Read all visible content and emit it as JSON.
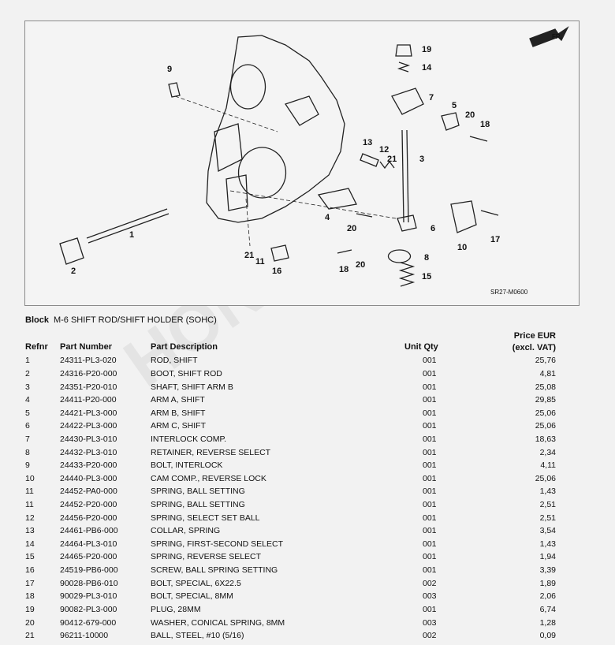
{
  "diagram": {
    "code": "SR27-M0600",
    "direction_label": "FR.",
    "callouts": [
      "1",
      "2",
      "3",
      "4",
      "5",
      "6",
      "7",
      "8",
      "9",
      "10",
      "11",
      "12",
      "13",
      "14",
      "15",
      "16",
      "17",
      "18",
      "18",
      "19",
      "20",
      "20",
      "20",
      "21",
      "21"
    ]
  },
  "block": {
    "label": "Block",
    "name": "M-6 SHIFT ROD/SHIFT HOLDER (SOHC)"
  },
  "columns": {
    "refnr": "Refnr",
    "part_number": "Part Number",
    "description": "Part Description",
    "unit_qty": "Unit Qty",
    "price_line1": "Price EUR",
    "price_line2": "(excl. VAT)"
  },
  "rows": [
    {
      "ref": "1",
      "pn": "24311-PL3-020",
      "desc": "ROD, SHIFT",
      "qty": "001",
      "price": "25,76"
    },
    {
      "ref": "2",
      "pn": "24316-P20-000",
      "desc": "BOOT, SHIFT ROD",
      "qty": "001",
      "price": "4,81"
    },
    {
      "ref": "3",
      "pn": "24351-P20-010",
      "desc": "SHAFT, SHIFT ARM B",
      "qty": "001",
      "price": "25,08"
    },
    {
      "ref": "4",
      "pn": "24411-P20-000",
      "desc": "ARM A, SHIFT",
      "qty": "001",
      "price": "29,85"
    },
    {
      "ref": "5",
      "pn": "24421-PL3-000",
      "desc": "ARM B, SHIFT",
      "qty": "001",
      "price": "25,06"
    },
    {
      "ref": "6",
      "pn": "24422-PL3-000",
      "desc": "ARM C, SHIFT",
      "qty": "001",
      "price": "25,06"
    },
    {
      "ref": "7",
      "pn": "24430-PL3-010",
      "desc": "INTERLOCK COMP.",
      "qty": "001",
      "price": "18,63"
    },
    {
      "ref": "8",
      "pn": "24432-PL3-010",
      "desc": "RETAINER, REVERSE SELECT",
      "qty": "001",
      "price": "2,34"
    },
    {
      "ref": "9",
      "pn": "24433-P20-000",
      "desc": "BOLT, INTERLOCK",
      "qty": "001",
      "price": "4,11"
    },
    {
      "ref": "10",
      "pn": "24440-PL3-000",
      "desc": "CAM COMP., REVERSE LOCK",
      "qty": "001",
      "price": "25,06"
    },
    {
      "ref": "11",
      "pn": "24452-PA0-000",
      "desc": "SPRING, BALL SETTING",
      "qty": "001",
      "price": "1,43"
    },
    {
      "ref": "11",
      "pn": "24452-P20-000",
      "desc": "SPRING, BALL SETTING",
      "qty": "001",
      "price": "2,51"
    },
    {
      "ref": "12",
      "pn": "24456-P20-000",
      "desc": "SPRING, SELECT SET BALL",
      "qty": "001",
      "price": "2,51"
    },
    {
      "ref": "13",
      "pn": "24461-PB6-000",
      "desc": "COLLAR, SPRING",
      "qty": "001",
      "price": "3,54"
    },
    {
      "ref": "14",
      "pn": "24464-PL3-010",
      "desc": "SPRING, FIRST-SECOND SELECT",
      "qty": "001",
      "price": "1,43"
    },
    {
      "ref": "15",
      "pn": "24465-P20-000",
      "desc": "SPRING, REVERSE SELECT",
      "qty": "001",
      "price": "1,94"
    },
    {
      "ref": "16",
      "pn": "24519-PB6-000",
      "desc": "SCREW, BALL SPRING SETTING",
      "qty": "001",
      "price": "3,39"
    },
    {
      "ref": "17",
      "pn": "90028-PB6-010",
      "desc": "BOLT, SPECIAL, 6X22.5",
      "qty": "002",
      "price": "1,89"
    },
    {
      "ref": "18",
      "pn": "90029-PL3-010",
      "desc": "BOLT, SPECIAL, 8MM",
      "qty": "003",
      "price": "2,06"
    },
    {
      "ref": "19",
      "pn": "90082-PL3-000",
      "desc": "PLUG, 28MM",
      "qty": "001",
      "price": "6,74"
    },
    {
      "ref": "20",
      "pn": "90412-679-000",
      "desc": "WASHER, CONICAL SPRING, 8MM",
      "qty": "003",
      "price": "1,28"
    },
    {
      "ref": "21",
      "pn": "96211-10000",
      "desc": "BALL, STEEL, #10 (5/16)",
      "qty": "002",
      "price": "0,09"
    }
  ]
}
